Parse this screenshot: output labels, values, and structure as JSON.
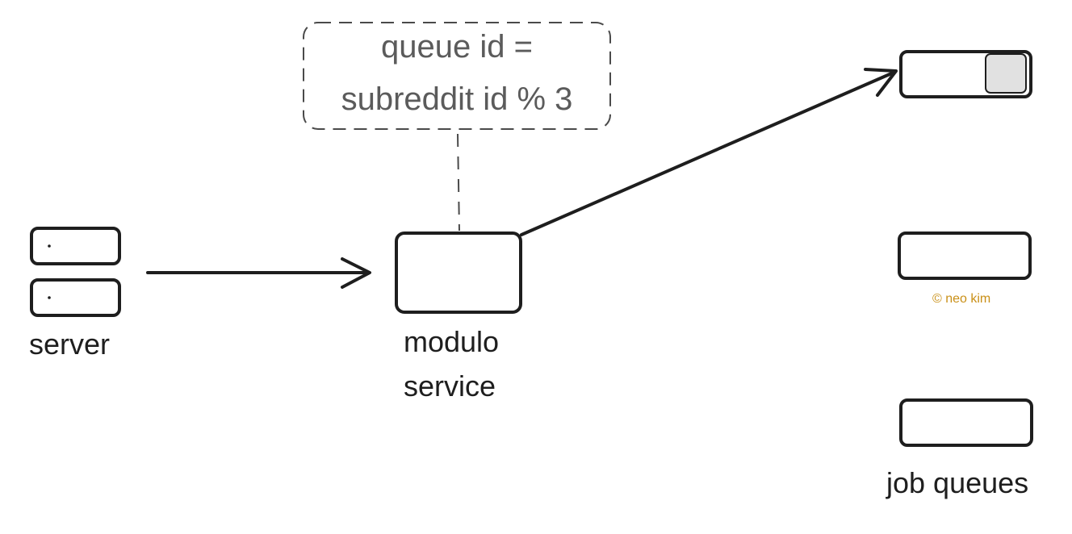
{
  "labels": {
    "server": "server",
    "modulo_line1": "modulo",
    "modulo_line2": "service",
    "job_queues": "job queues"
  },
  "note": {
    "line1": "queue id =",
    "line2": "subreddit id % 3"
  },
  "watermark": "© neo kim",
  "colors": {
    "stroke": "#1e1e1e",
    "note_text": "#5b5b5b",
    "note_border": "#4a4a4a",
    "watermark": "#c98f16",
    "queue_item_fill": "#e1e1e1"
  }
}
